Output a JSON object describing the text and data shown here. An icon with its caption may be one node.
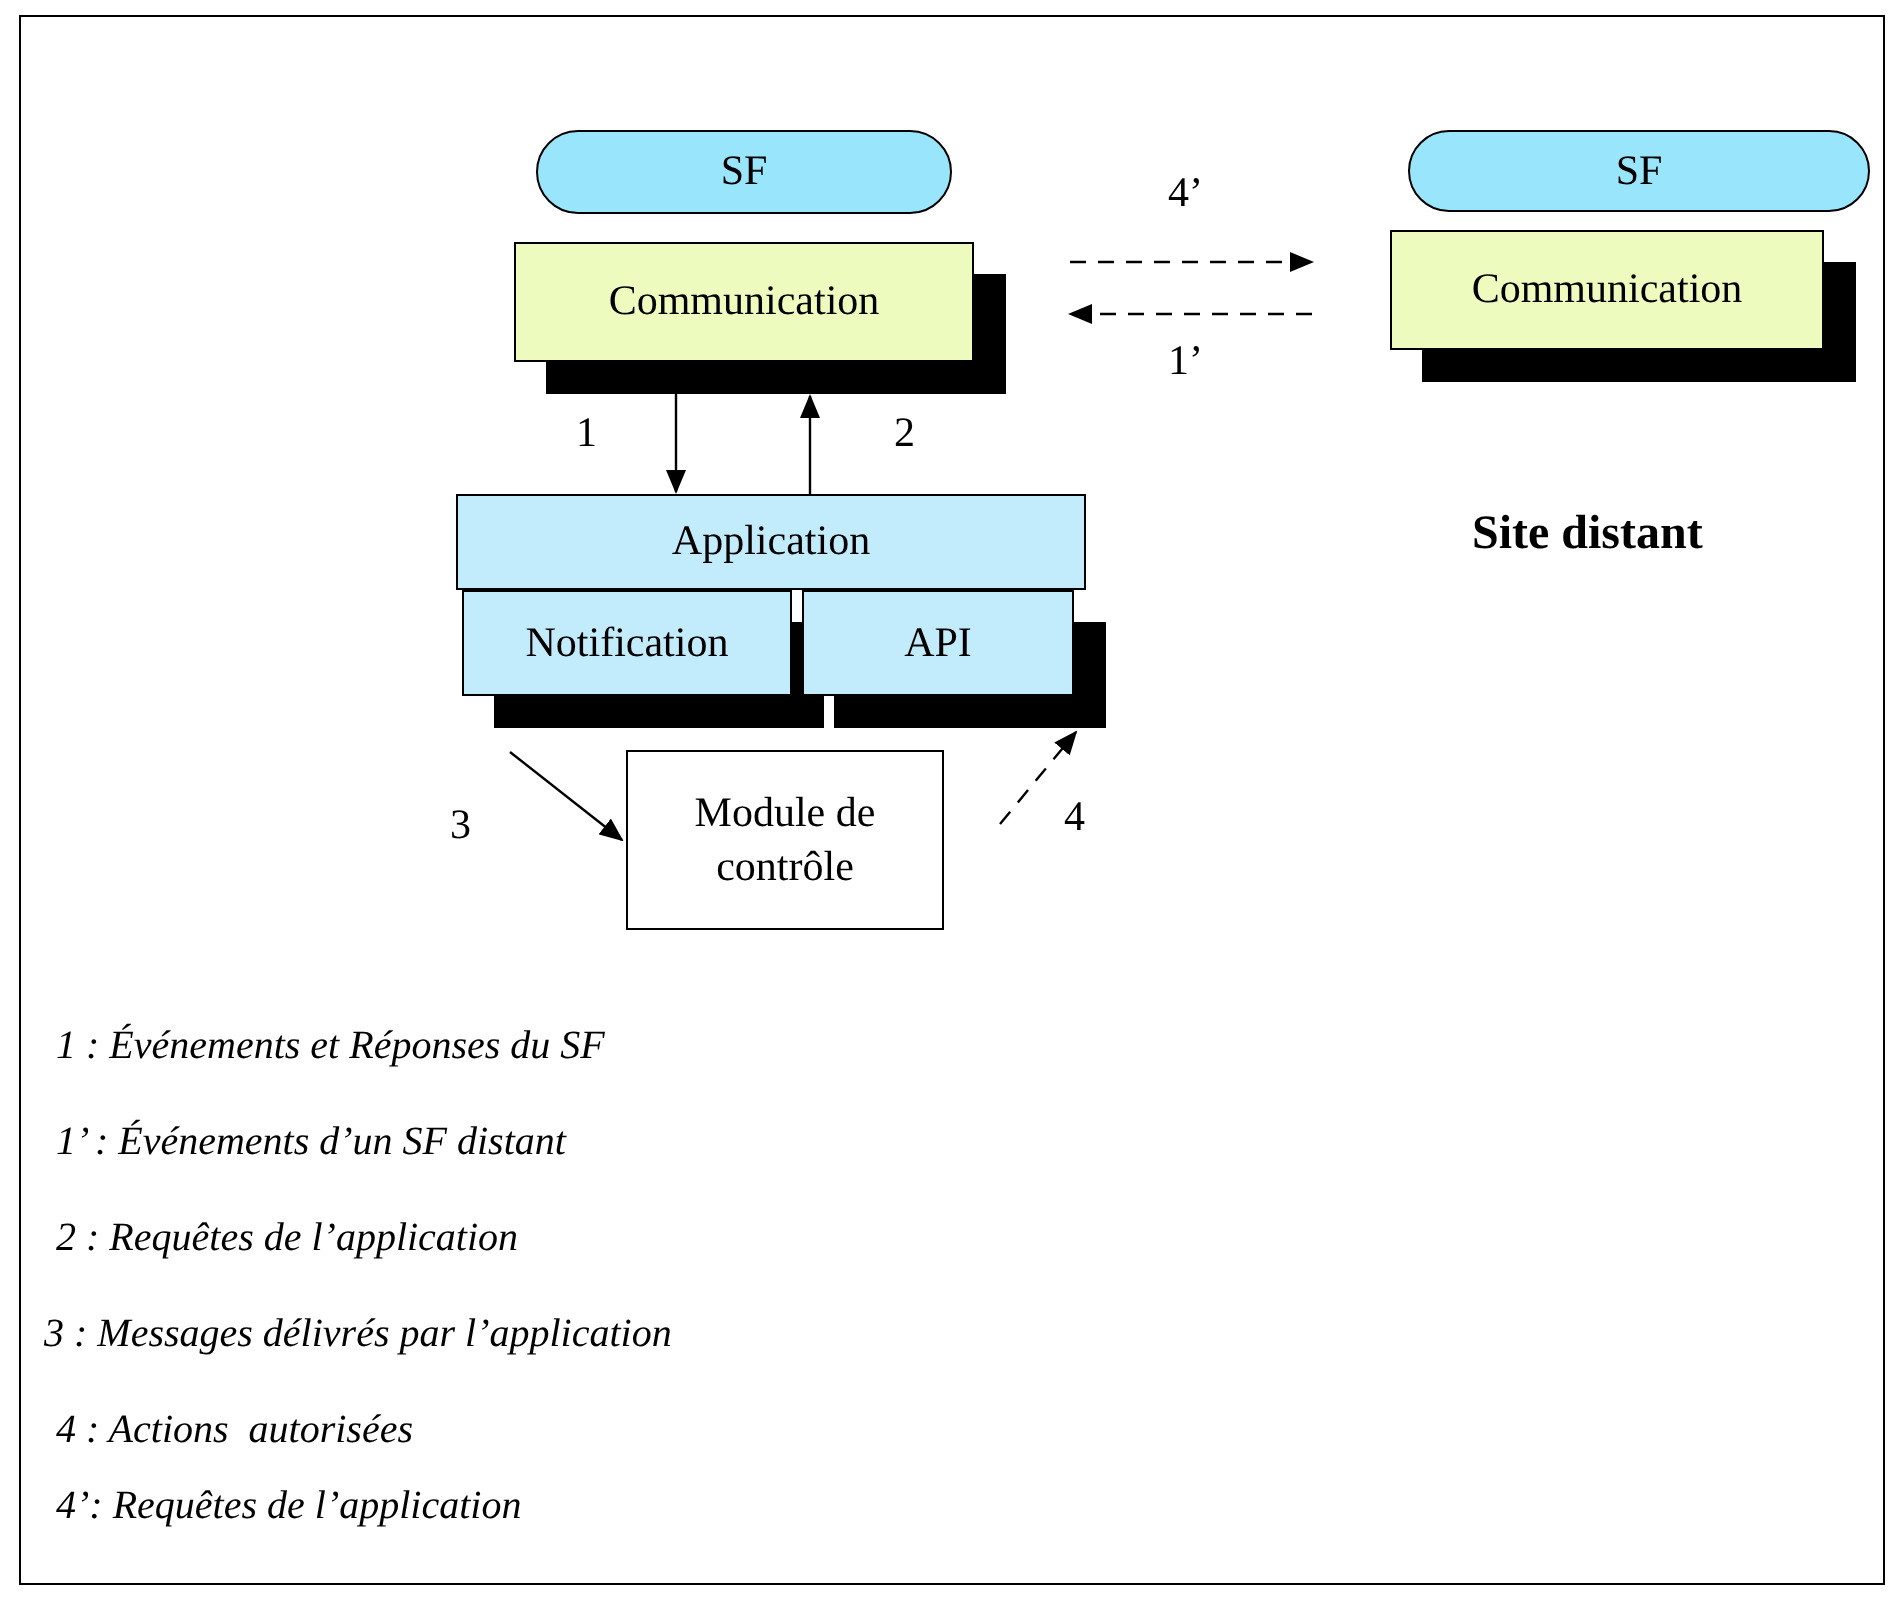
{
  "diagram": {
    "nodes": [
      {
        "text": [
          "SF"
        ]
      },
      {
        "text": [
          "Communication"
        ]
      },
      {
        "text": [
          "Application"
        ]
      },
      {
        "text": [
          "Notification"
        ]
      },
      {
        "text": [
          "API"
        ]
      },
      {
        "text": [
          "Module de contrôle"
        ]
      },
      {
        "text": [
          "SF"
        ]
      },
      {
        "text": [
          "Communication"
        ]
      }
    ],
    "edges": [
      {
        "from": 1,
        "to": 2,
        "arrow": "to",
        "label": "1"
      },
      {
        "from": 2,
        "to": 1,
        "arrow": "to",
        "label": "2"
      },
      {
        "from": 3,
        "to": 5,
        "arrow": "to",
        "label": "3"
      },
      {
        "from": 5,
        "to": 4,
        "arrow": "to",
        "style": "dashed",
        "label": "4"
      },
      {
        "from": 1,
        "to": 7,
        "arrow": "to",
        "style": "dashed",
        "label": "4’"
      },
      {
        "from": 7,
        "to": 1,
        "arrow": "to",
        "style": "dashed",
        "label": "1’"
      }
    ],
    "labels": [
      "Site distant",
      "1 : Événements et Réponses du SF",
      "1’ : Événements d’un SF distant",
      "2 : Requêtes de l’application",
      "3 : Messages délivrés par l’application",
      "4 : Actions  autorisées",
      "4’: Requêtes de l’application"
    ]
  }
}
